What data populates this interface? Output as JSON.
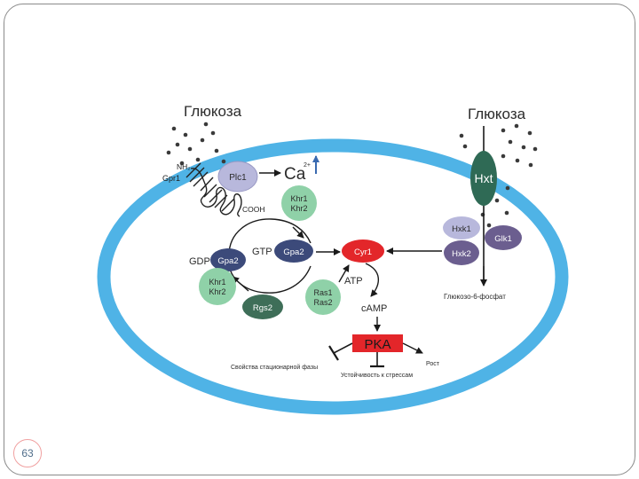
{
  "slide": {
    "page_number": "63"
  },
  "diagram": {
    "glucose_left": "Глюкоза",
    "glucose_right": "Глюкоза",
    "nh2": "NH₂",
    "gpr1": "Gpr1",
    "cooh": "COOH",
    "plc1": "Plc1",
    "ca": "Ca",
    "ca_charge": "2+",
    "khr1": "Khr1",
    "khr2": "Khr2",
    "gtp": "GTP",
    "gdp": "GDP",
    "gpa2": "Gpa2",
    "rgs2": "Rgs2",
    "cyr1": "Cyr1",
    "atp": "ATP",
    "ras1": "Ras1",
    "ras2": "Ras2",
    "camp": "cAMP",
    "pka": "PKA",
    "hxt": "Hxt",
    "hxk1": "Hxk1",
    "hxk2": "Hxk2",
    "glk1": "Glk1",
    "glucose_6_phosphate": "Глюкозо-6-фосфат",
    "stationary_phase": "Свойства стационарной фазы",
    "stress_resistance": "Устойчивость к стрессам",
    "growth": "Рост"
  },
  "colors": {
    "cell_membrane": "#4fb3e6",
    "pka": "#e3262a",
    "cyr1": "#e3262a",
    "gpa2": "#3c4a7a",
    "plc1_hxk1": "#b8b8dc",
    "khr_ras": "#8fd1a8",
    "rgs2": "#3e6e58",
    "hxt": "#2f6a55",
    "glk1_hxk2": "#6b5e8f"
  }
}
